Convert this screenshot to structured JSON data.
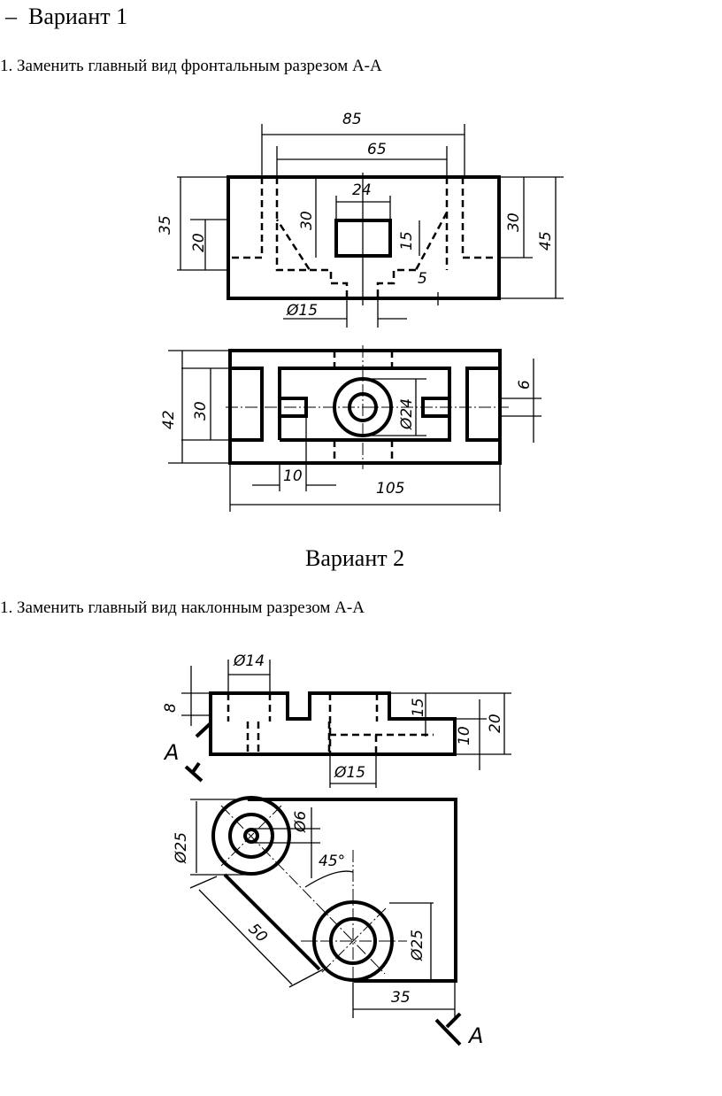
{
  "variant1": {
    "heading": "Вариант 1",
    "dash": "–",
    "task": "1. Заменить главный вид фронтальным разрезом А-А",
    "dims": {
      "d85": "85",
      "d65": "65",
      "d24": "24",
      "d35": "35",
      "d20": "20",
      "d30a": "30",
      "d15": "15",
      "d5": "5",
      "d30b": "30",
      "d45": "45",
      "phi15": "Ø15",
      "d42": "42",
      "d30c": "30",
      "phi24": "Ø24",
      "d6": "6",
      "d10": "10",
      "d105": "105"
    }
  },
  "variant2": {
    "heading": "Вариант 2",
    "task": "1. Заменить главный вид наклонным разрезом А-А",
    "dims": {
      "phi14": "Ø14",
      "d8": "8",
      "d15": "15",
      "d10": "10",
      "d20": "20",
      "phi15": "Ø15",
      "phi25a": "Ø25",
      "phi6": "Ø6",
      "a45": "45°",
      "d50": "50",
      "phi25b": "Ø25",
      "d35": "35",
      "cutA1": "A",
      "cutA2": "A"
    }
  }
}
